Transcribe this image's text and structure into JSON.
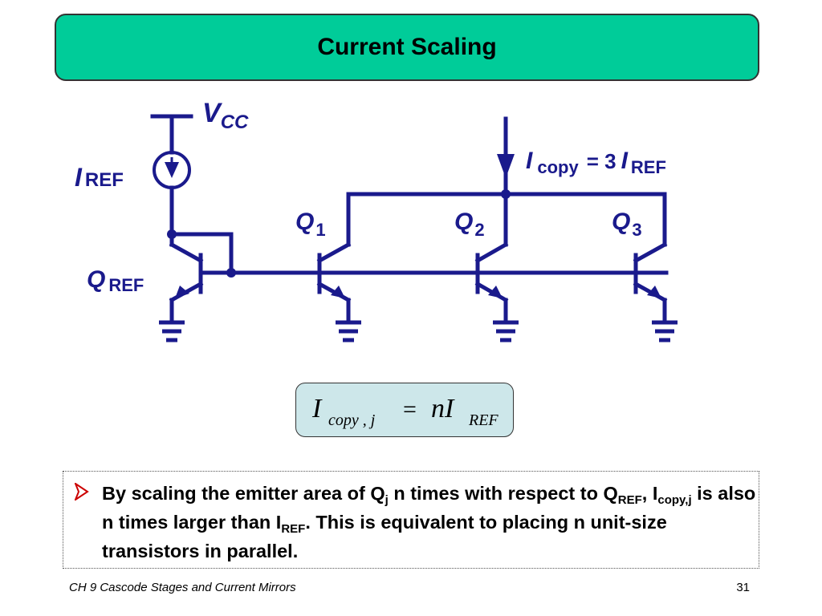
{
  "title": "Current Scaling",
  "colors": {
    "title_bg": "#00cc99",
    "wire": "#1a1a8c",
    "formula_bg": "#cde7ea",
    "bullet_arrow": "#cc0000"
  },
  "circuit": {
    "vcc": {
      "main": "V",
      "sub": "CC"
    },
    "iref": {
      "main": "I",
      "sub": "REF"
    },
    "qref": {
      "main": "Q",
      "sub": "REF"
    },
    "q1": {
      "main": "Q",
      "sub": "1"
    },
    "q2": {
      "main": "Q",
      "sub": "2"
    },
    "q3": {
      "main": "Q",
      "sub": "3"
    },
    "icopy": {
      "main": "I",
      "sub": "copy",
      "eq": "= 3",
      "main2": "I",
      "sub2": "REF"
    }
  },
  "formula": {
    "lhs": "I",
    "lhs_sub": "copy , j",
    "eq": "=",
    "rhs": "nI",
    "rhs_sub": "REF"
  },
  "bullet": {
    "t1": "By scaling the emitter area of Q",
    "s1": "j",
    "t2": " n times with respect to Q",
    "s2": "REF",
    "t3": ", I",
    "s3": "copy,j",
    "t4": " is also n times larger than I",
    "s4": "REF",
    "t5": ".  This is equivalent to placing n unit-size transistors in parallel."
  },
  "footer": {
    "left": "CH 9  Cascode Stages and Current Mirrors",
    "right": "31"
  }
}
